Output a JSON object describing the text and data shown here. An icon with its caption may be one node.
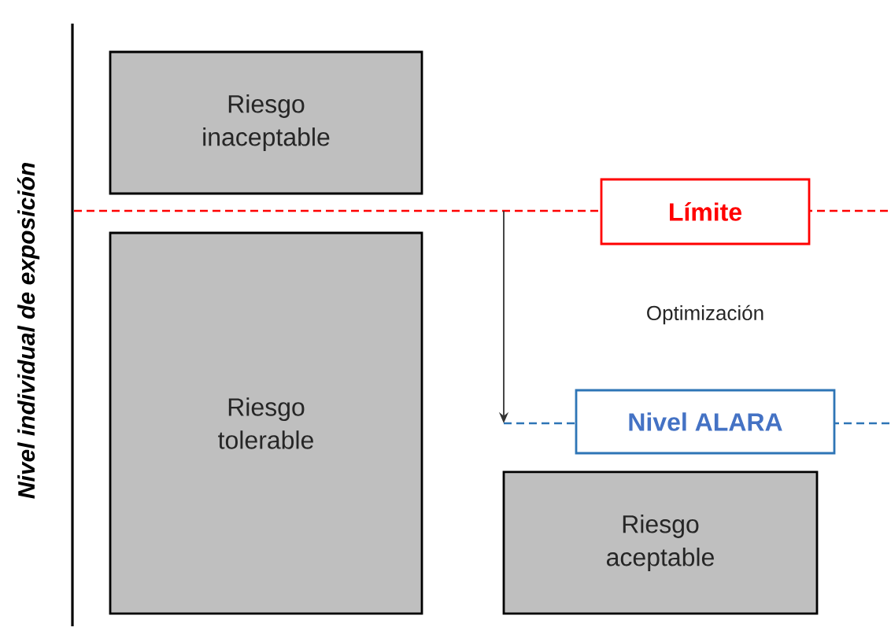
{
  "diagram": {
    "nodes": [
      {
        "text": [
          "Riesgo inaceptable"
        ]
      },
      {
        "text": [
          "Límite"
        ]
      },
      {
        "text": [
          "Riesgo tolerable"
        ]
      },
      {
        "text": [
          "Nivel ALARA"
        ]
      },
      {
        "text": [
          "Riesgo aceptable"
        ]
      }
    ],
    "labels": [
      "Nivel individual de exposición",
      "Optimización"
    ]
  }
}
